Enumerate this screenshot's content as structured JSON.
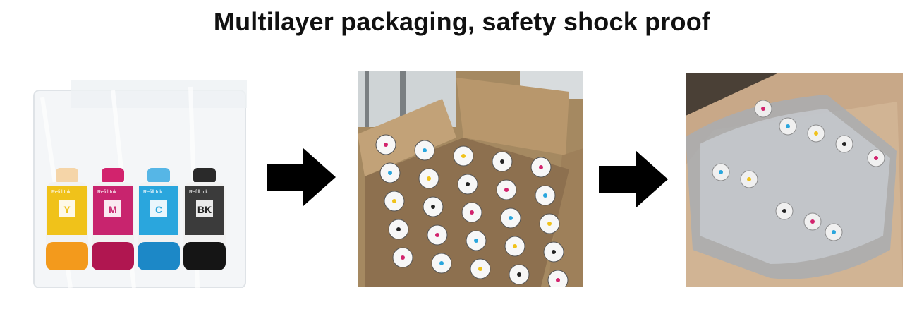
{
  "title": "Multilayer packaging, safety shock proof",
  "bottles": [
    {
      "letter": "Y",
      "color": "#f0c21a",
      "cap": "#f5d5a8",
      "ink": "#f39a1c"
    },
    {
      "letter": "M",
      "color": "#c8246e",
      "cap": "#d2236d",
      "ink": "#b01650"
    },
    {
      "letter": "C",
      "color": "#2aa6dd",
      "cap": "#56b6e6",
      "ink": "#1c88c7"
    },
    {
      "letter": "BK",
      "color": "#3b3b3b",
      "cap": "#2a2a2a",
      "ink": "#151515"
    }
  ],
  "bottle_label_top": "Refill Ink",
  "images": [
    {
      "name": "bagged-ink-bottles",
      "description_icon": "bottles-photo"
    },
    {
      "name": "boxed-ink-bottles",
      "description_icon": "box-photo"
    },
    {
      "name": "bubble-wrapped-bottles",
      "description_icon": "bubble-wrap-photo"
    }
  ],
  "colors": {
    "cardboard": "#b7966e",
    "arrow": "#000000"
  }
}
